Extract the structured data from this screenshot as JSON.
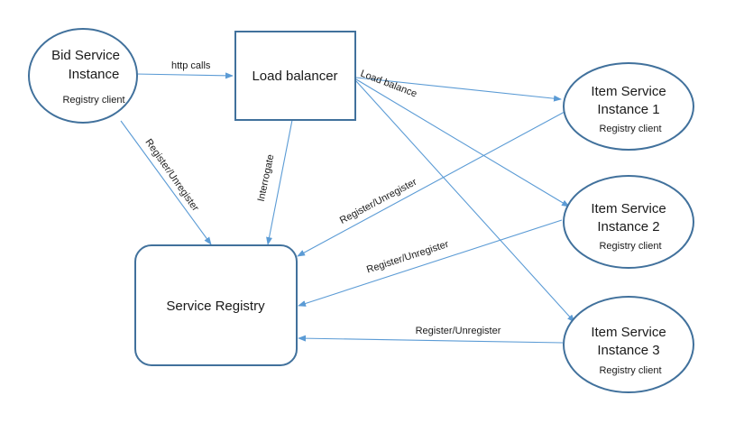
{
  "colors": {
    "node_stroke": "#41719c",
    "edge": "#5b9bd5",
    "text": "#1a1a1a",
    "background": "#ffffff"
  },
  "nodes": {
    "bid_service": {
      "title_line1": "Bid Service",
      "title_line2": "Instance",
      "subtitle": "Registry client"
    },
    "load_balancer": {
      "title": "Load balancer"
    },
    "service_registry": {
      "title": "Service Registry"
    },
    "item_service_1": {
      "title_line1": "Item Service",
      "title_line2": "Instance 1",
      "subtitle": "Registry client"
    },
    "item_service_2": {
      "title_line1": "Item Service",
      "title_line2": "Instance 2",
      "subtitle": "Registry client"
    },
    "item_service_3": {
      "title_line1": "Item Service",
      "title_line2": "Instance 3",
      "subtitle": "Registry client"
    }
  },
  "edges": {
    "bid_to_lb": "http calls",
    "bid_to_registry": "Register/Unregister",
    "lb_to_registry": "Interrogate",
    "lb_to_items": "Load balance",
    "item1_to_registry": "Register/Unregister",
    "item2_to_registry": "Register/Unregister",
    "item3_to_registry": "Register/Unregister"
  }
}
